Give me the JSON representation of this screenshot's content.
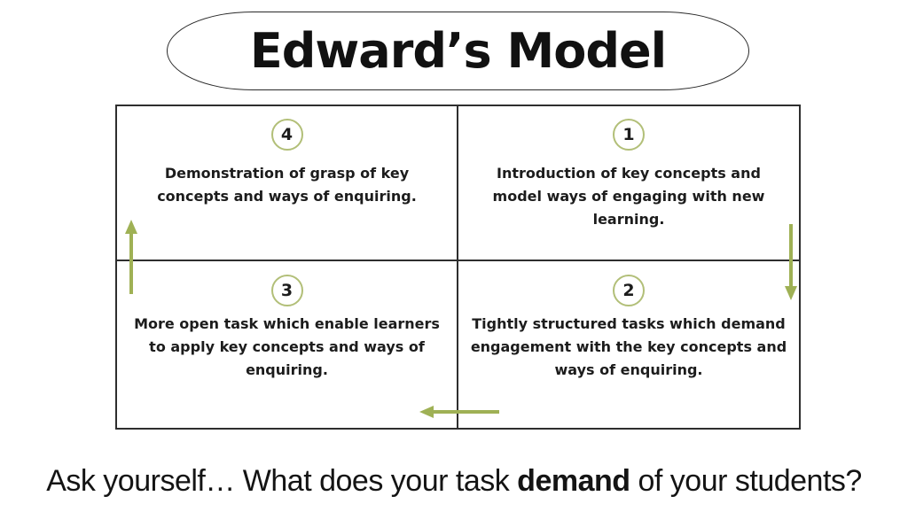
{
  "title": "Edward’s Model",
  "grid": {
    "quadrants": [
      {
        "number": "4",
        "position": "top-left",
        "lines": [
          "Demonstration of grasp of key",
          "concepts and ways of enquiring."
        ]
      },
      {
        "number": "1",
        "position": "top-right",
        "lines": [
          "Introduction of key concepts and",
          "model ways of engaging with new",
          "learning."
        ]
      },
      {
        "number": "3",
        "position": "bottom-left",
        "lines": [
          "More open task which enable learners",
          "to apply key concepts and ways of",
          "enquiring."
        ]
      },
      {
        "number": "2",
        "position": "bottom-right",
        "lines": [
          "Tightly structured tasks which demand",
          "engagement with the key concepts and",
          "ways of enquiring."
        ]
      }
    ]
  },
  "arrows": {
    "left_edge": "up-arrow",
    "right_edge": "down-arrow",
    "bottom_center": "left-arrow"
  },
  "caption": {
    "text_before": "Ask yourself… What does your task ",
    "bold_word": "demand",
    "text_after": " of your students?"
  },
  "colors": {
    "arrow_green": "#9FB155",
    "circle_green": "#B2BF78",
    "line_dark": "#2E2E2E",
    "text_black": "#1A1A1A"
  }
}
